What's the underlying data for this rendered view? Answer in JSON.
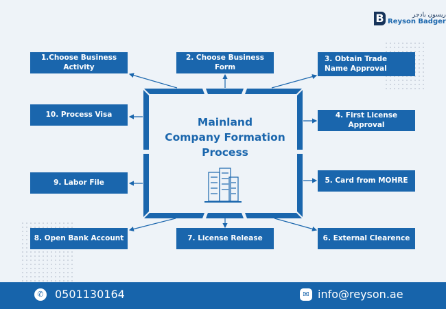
{
  "brand": {
    "name": "Reyson Badger",
    "arabic": "ريسون بادجر",
    "mark": "B"
  },
  "center_title": [
    "Mainland",
    "Company Formation",
    "Process"
  ],
  "steps": [
    "1.Choose Business Activity",
    "2. Choose Business Form",
    "3. Obtain Trade Name Approval",
    "4. First License Approval",
    "5. Card from MOHRE",
    "6. External Clearence",
    "7. License Release",
    "8. Open Bank  Account",
    "9. Labor File",
    "10. Process Visa"
  ],
  "footer": {
    "phone": "0501130164",
    "email": "info@reyson.ae"
  },
  "colors": {
    "primary": "#1a66ad",
    "background": "#eef3f8",
    "footer": "#1764ab"
  }
}
